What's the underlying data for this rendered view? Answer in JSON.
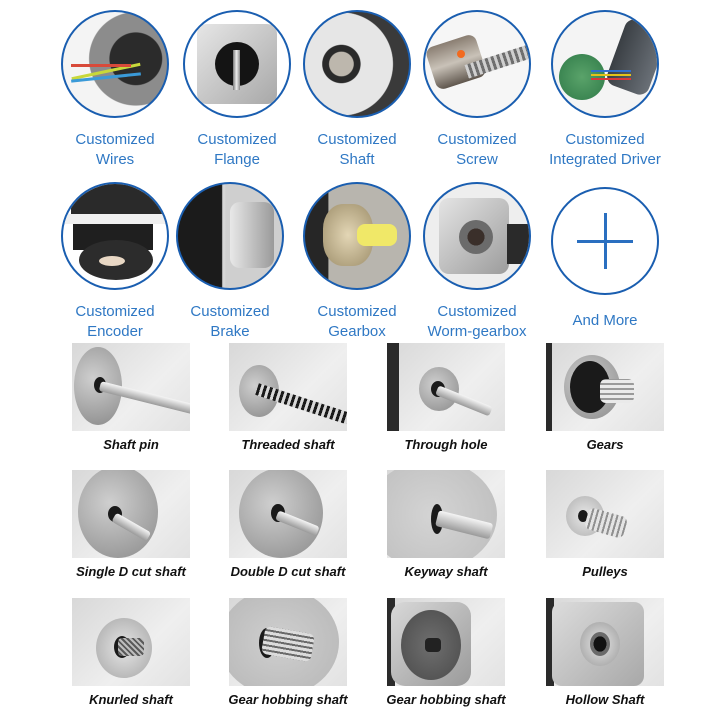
{
  "customization_options": [
    {
      "line1": "Customized",
      "line2": "Wires",
      "icon": "motor-wires-image"
    },
    {
      "line1": "Customized",
      "line2": "Flange",
      "icon": "motor-flange-image"
    },
    {
      "line1": "Customized",
      "line2": "Shaft",
      "icon": "motor-shaft-image"
    },
    {
      "line1": "Customized",
      "line2": "Screw",
      "icon": "ball-screw-image"
    },
    {
      "line1": "Customized",
      "line2": "Integrated Driver",
      "icon": "integrated-driver-image"
    },
    {
      "line1": "Customized",
      "line2": "Encoder",
      "icon": "encoder-image"
    },
    {
      "line1": "Customized",
      "line2": "Brake",
      "icon": "brake-image"
    },
    {
      "line1": "Customized",
      "line2": "Gearbox",
      "icon": "gearbox-image"
    },
    {
      "line1": "Customized",
      "line2": "Worm-gearbox",
      "icon": "worm-gearbox-image"
    },
    {
      "line1": "And More",
      "line2": "",
      "icon": "plus-icon"
    }
  ],
  "shaft_types": [
    {
      "label": "Shaft pin"
    },
    {
      "label": "Threaded shaft"
    },
    {
      "label": "Through hole"
    },
    {
      "label": "Gears"
    },
    {
      "label": "Single D cut shaft"
    },
    {
      "label": "Double D cut shaft"
    },
    {
      "label": "Keyway shaft"
    },
    {
      "label": "Pulleys"
    },
    {
      "label": "Knurled shaft"
    },
    {
      "label": "Gear hobbing shaft"
    },
    {
      "label": "Gear hobbing shaft"
    },
    {
      "label": "Hollow Shaft"
    }
  ],
  "colors": {
    "accent": "#1a5eb0",
    "label_blue": "#2f78c4",
    "caption": "#111111"
  }
}
